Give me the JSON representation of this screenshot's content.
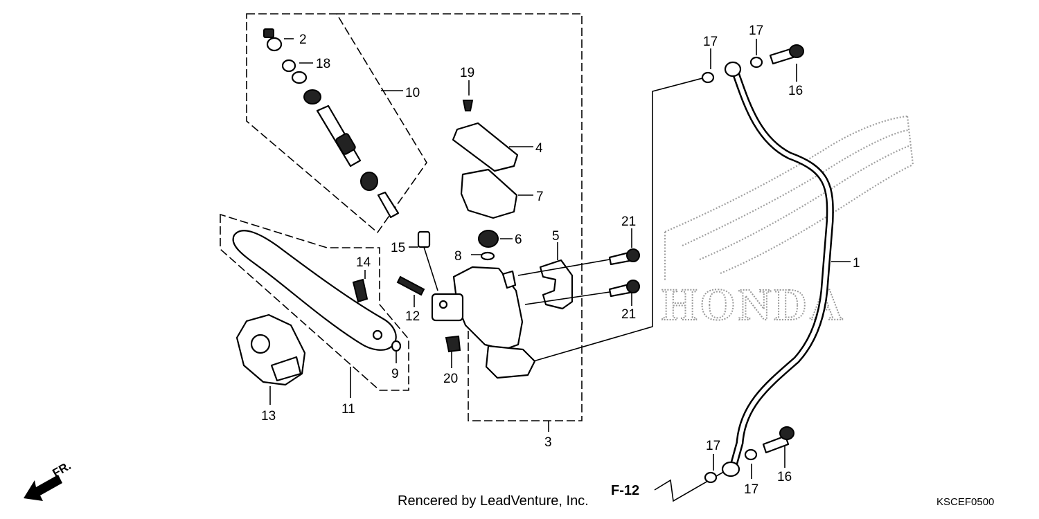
{
  "callouts": {
    "c1": "1",
    "c2": "2",
    "c3": "3",
    "c4": "4",
    "c5": "5",
    "c6": "6",
    "c7": "7",
    "c8": "8",
    "c9": "9",
    "c10": "10",
    "c11": "11",
    "c12": "12",
    "c13": "13",
    "c14": "14",
    "c15": "15",
    "c16a": "16",
    "c16b": "16",
    "c17a": "17",
    "c17b": "17",
    "c17c": "17",
    "c17d": "17",
    "c18": "18",
    "c19": "19",
    "c20": "20",
    "c21a": "21",
    "c21b": "21"
  },
  "watermark": {
    "brand": "HONDA"
  },
  "reference": {
    "label": "F-12"
  },
  "direction": {
    "label": "FR."
  },
  "footer": {
    "credit": "Rencered by LeadVenture, Inc.",
    "diagram_code": "KSCEF0500"
  }
}
